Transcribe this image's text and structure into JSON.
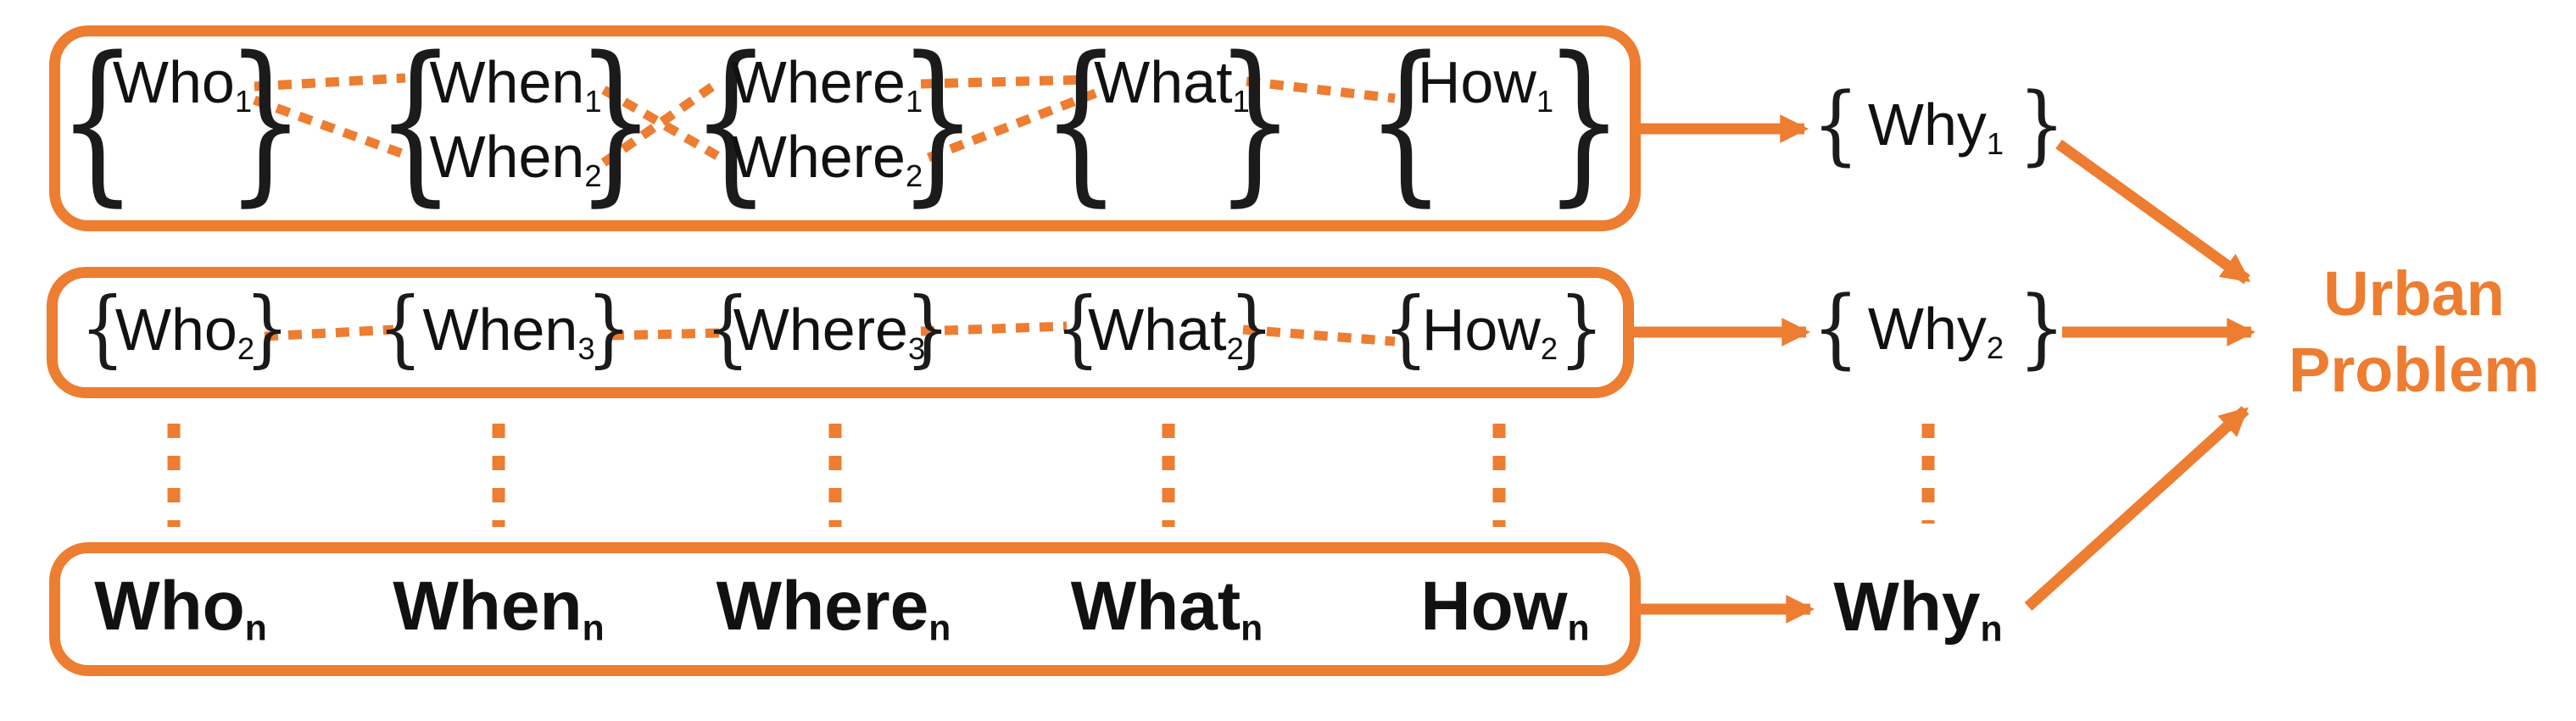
{
  "colors": {
    "accent": "#ED7D31",
    "text": "#111111",
    "background": "#FFFFFF"
  },
  "glyphs": {
    "brace_open": "{",
    "brace_close": "}"
  },
  "row1": {
    "who1": {
      "base": "Who",
      "sub": "1"
    },
    "when1": {
      "base": "When",
      "sub": "1"
    },
    "when2": {
      "base": "When",
      "sub": "2"
    },
    "where1": {
      "base": "Where",
      "sub": "1"
    },
    "where2": {
      "base": "Where",
      "sub": "2"
    },
    "what1": {
      "base": "What",
      "sub": "1"
    },
    "how1": {
      "base": "How",
      "sub": "1"
    },
    "why": {
      "base": "Why",
      "sub": "1"
    }
  },
  "row2": {
    "who": {
      "base": "Who",
      "sub": "2"
    },
    "when": {
      "base": "When",
      "sub": "3"
    },
    "where": {
      "base": "Where",
      "sub": "3"
    },
    "what": {
      "base": "What",
      "sub": "2"
    },
    "how": {
      "base": "How",
      "sub": "2"
    },
    "why": {
      "base": "Why",
      "sub": "2"
    }
  },
  "rown": {
    "who": {
      "base": "Who",
      "sub": "n"
    },
    "when": {
      "base": "When",
      "sub": "n"
    },
    "where": {
      "base": "Where",
      "sub": "n"
    },
    "what": {
      "base": "What",
      "sub": "n"
    },
    "how": {
      "base": "How",
      "sub": "n"
    },
    "why": {
      "base": "Why",
      "sub": "n"
    }
  },
  "target": {
    "line1": "Urban",
    "line2": "Problem"
  }
}
